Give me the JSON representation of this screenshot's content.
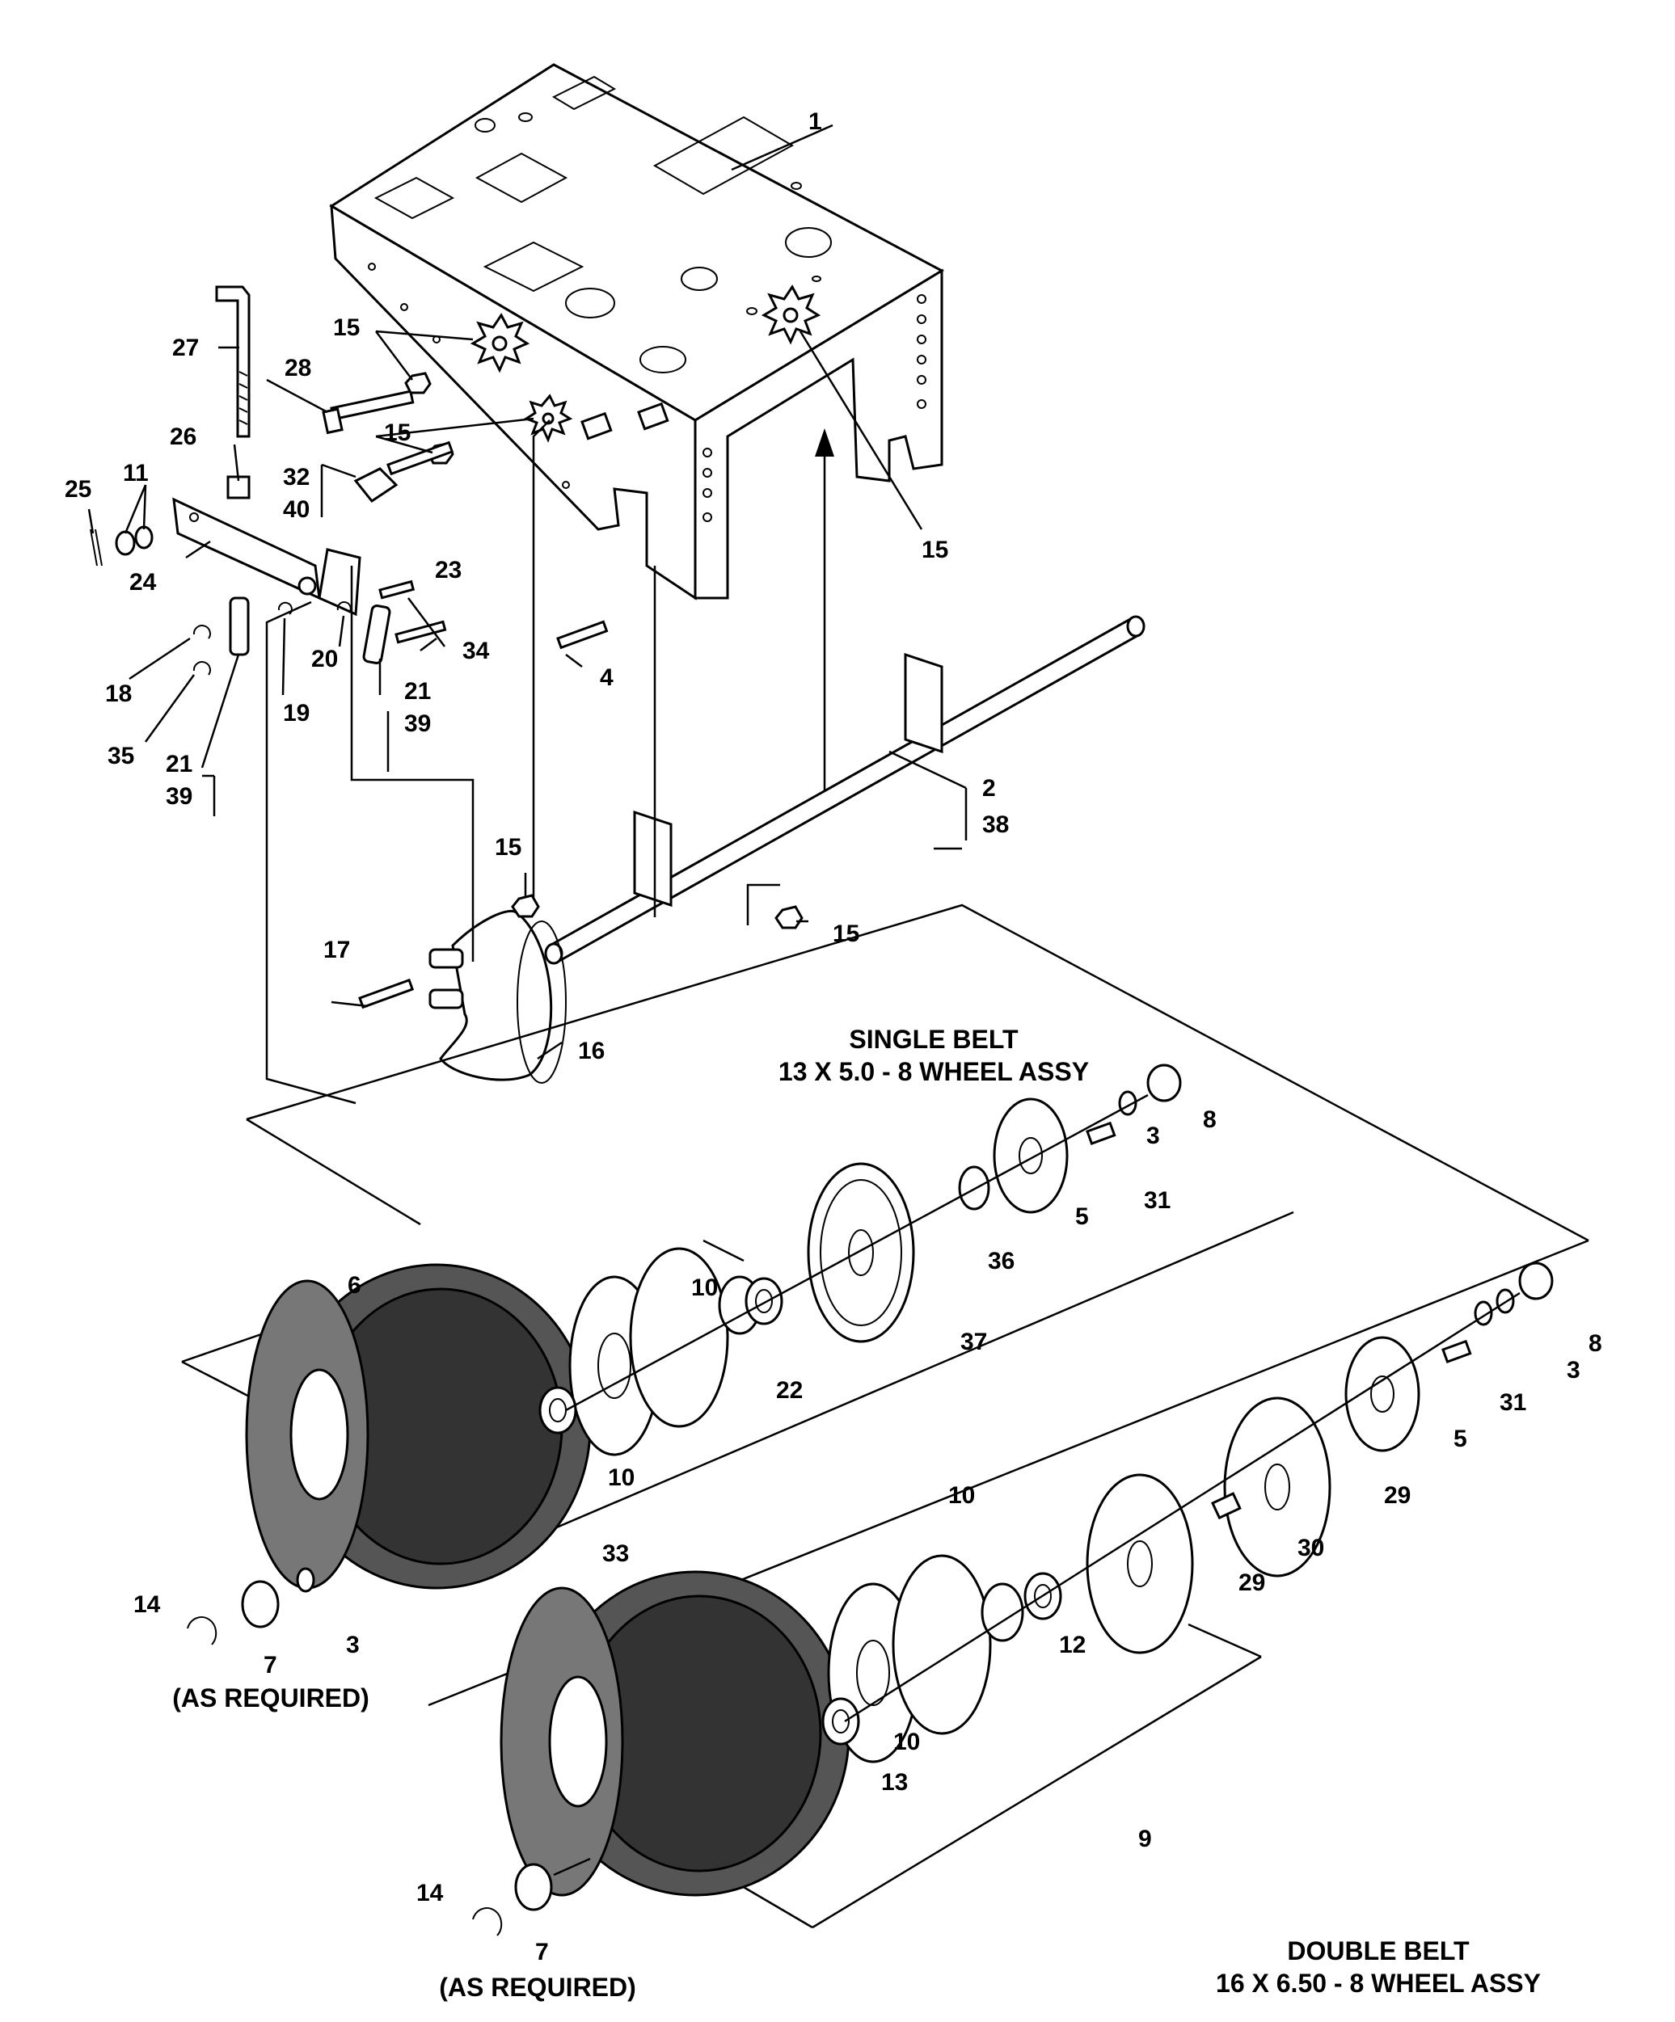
{
  "callouts": {
    "c1": "1",
    "c2": "2",
    "c38": "38",
    "c3a": "3",
    "c3b": "3",
    "c3c": "3",
    "c4": "4",
    "c5a": "5",
    "c5b": "5",
    "c6": "6",
    "c7a": "7",
    "c7b": "7",
    "c8a": "8",
    "c8b": "8",
    "c9": "9",
    "c10a": "10",
    "c10b": "10",
    "c10c": "10",
    "c10d": "10",
    "c11": "11",
    "c12": "12",
    "c13": "13",
    "c14a": "14",
    "c14b": "14",
    "c15a": "15",
    "c15b": "15",
    "c15c": "15",
    "c15d": "15",
    "c15e": "15",
    "c16": "16",
    "c17": "17",
    "c18": "18",
    "c19": "19",
    "c20": "20",
    "c21a": "21",
    "c39a": "39",
    "c21b": "21",
    "c39b": "39",
    "c22": "22",
    "c23": "23",
    "c24": "24",
    "c25": "25",
    "c26": "26",
    "c27": "27",
    "c28": "28",
    "c29a": "29",
    "c29b": "29",
    "c30": "30",
    "c31a": "31",
    "c31b": "31",
    "c32": "32",
    "c40": "40",
    "c33": "33",
    "c34": "34",
    "c35": "35",
    "c36": "36",
    "c37": "37"
  },
  "notes": {
    "as_required_1": "(AS REQUIRED)",
    "as_required_2": "(AS REQUIRED)"
  },
  "assemblies": {
    "single_belt_line1": "SINGLE BELT",
    "single_belt_line2": "13 X 5.0 - 8 WHEEL ASSY",
    "double_belt_line1": "DOUBLE BELT",
    "double_belt_line2": "16 X 6.50 - 8 WHEEL ASSY"
  }
}
